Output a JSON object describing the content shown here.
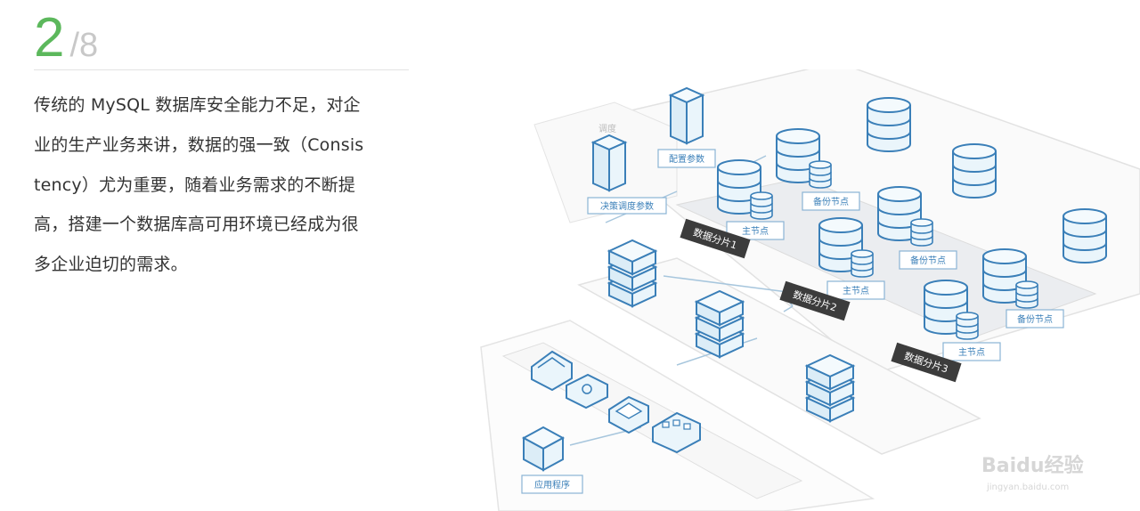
{
  "step": {
    "current": "2",
    "separator_total": "/8"
  },
  "body_lines": [
    "传统的 MySQL 数据库安全能力不足，对企",
    "业的生产业务来讲，数据的强一致（Consis",
    "tency）尤为重要，随着业务需求的不断提",
    "高，搭建一个数据库高可用环境已经成为很",
    "多企业迫切的需求。"
  ],
  "diagram": {
    "label_top": "调度",
    "label_config": "配置参数",
    "label_decision": "决策调度参数",
    "label_app": "应用程序",
    "primary_node": "主节点",
    "backup_node": "备份节点",
    "shard_1": "数据分片1",
    "shard_2": "数据分片2",
    "shard_3": "数据分片3",
    "watermark": "Baidu经验",
    "watermark_url": "jingyan.baidu.com"
  },
  "colors": {
    "accent_green": "#5cb85c",
    "node_blue": "#e8f4fb",
    "node_stroke": "#3a7fb8",
    "shard_dark": "#3c3c3c"
  },
  "icons": [
    "database-icon",
    "server-stack-icon",
    "server-icon",
    "app-block-icon"
  ]
}
